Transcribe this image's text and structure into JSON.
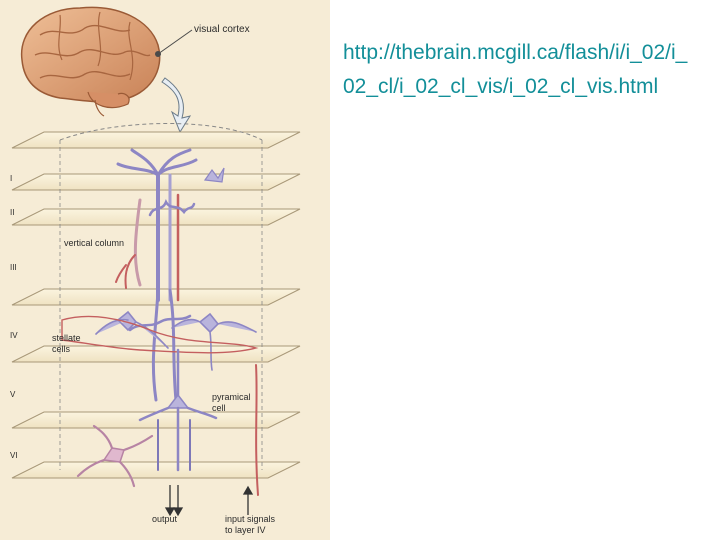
{
  "link": {
    "url": "http://thebrain.mcgill.ca/flash/i/i_02/i_02_cl/i_02_cl_vis/i_02_cl_vis.html"
  },
  "figure": {
    "labels": {
      "visual_cortex": "visual cortex",
      "vertical_column": "vertical column",
      "stellate_1": "stellate",
      "stellate_2": "cells",
      "pyramical_1": "pyramical",
      "pyramical_2": "cell",
      "output": "output",
      "input_1": "input signals",
      "input_2": "to layer IV"
    },
    "layers": [
      "I",
      "II",
      "III",
      "IV",
      "V",
      "VI"
    ]
  },
  "colors": {
    "link": "#138f99",
    "background": "#f6ecd6",
    "plate": "#fbf3dd",
    "plate_edge": "#a89878",
    "neuron_purple": "#8d86c4",
    "neuron_pink": "#c89aa9",
    "axon_red": "#c45f5f",
    "brain": "#e3a37a"
  }
}
